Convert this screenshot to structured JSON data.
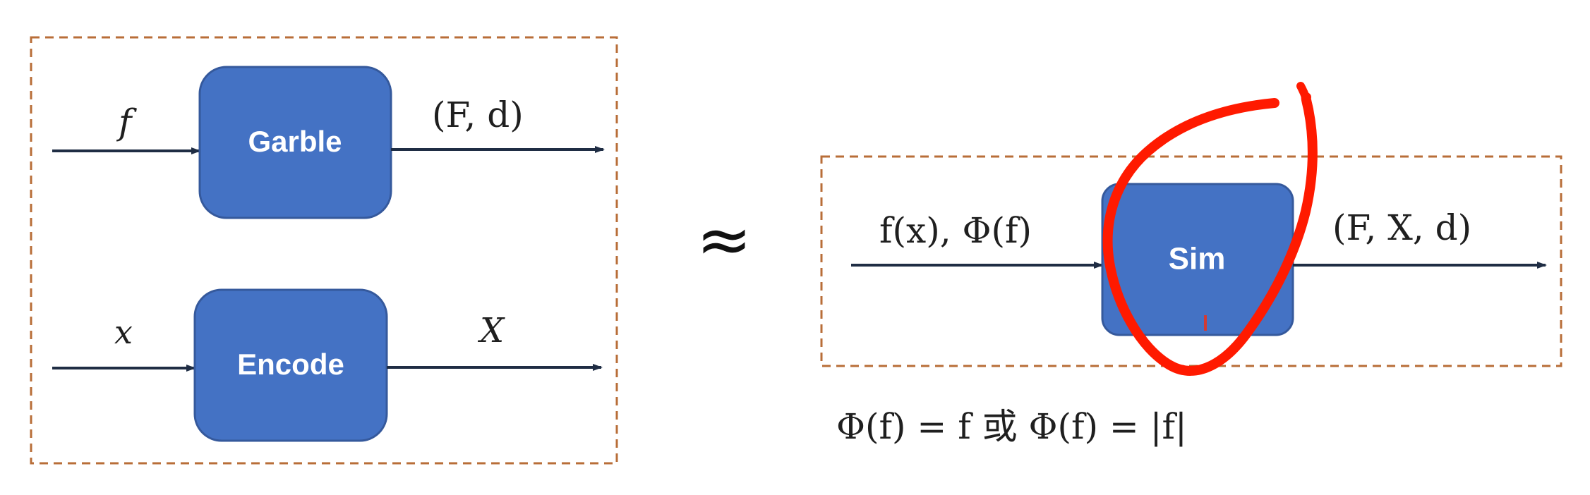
{
  "left_panel": {
    "top_process": {
      "input_label": "f",
      "box_label": "Garble",
      "output_label": "(F, d)"
    },
    "bottom_process": {
      "input_label": "x",
      "box_label": "Encode",
      "output_label": "X"
    }
  },
  "relation_symbol": "≈",
  "right_panel": {
    "input_label": "f(x), Φ(f)",
    "box_label": "Sim",
    "output_label": "(F, X, d)"
  },
  "caption": "Φ(f) = f 或 Φ(f) = |f|",
  "colors": {
    "box_fill": "#4472c4",
    "box_border": "#35599c",
    "arrow": "#1f2d44",
    "dashed_border": "#b86e38",
    "annotation_stroke": "#ff1a00"
  }
}
